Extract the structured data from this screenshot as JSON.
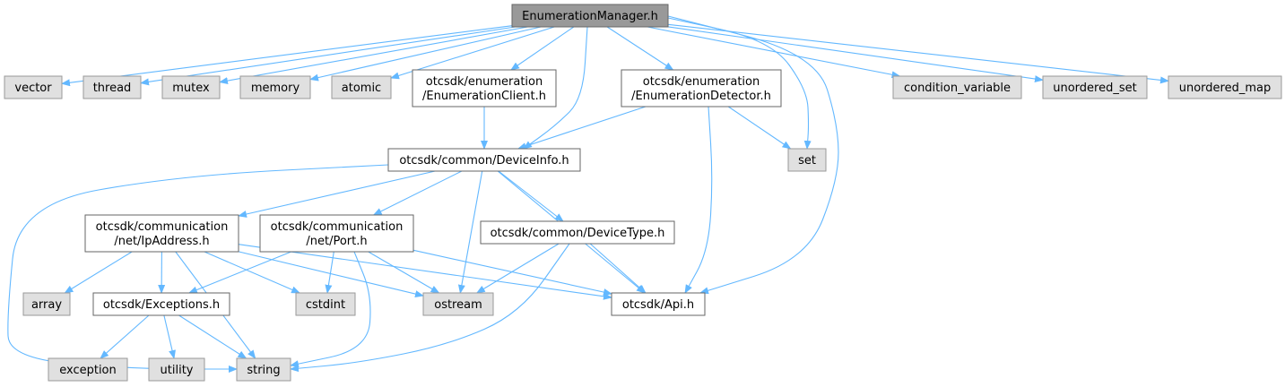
{
  "colors": {
    "edge": "#63b8ff",
    "root_fill": "#999999",
    "root_stroke": "#666666",
    "header_fill": "#ffffff",
    "header_stroke": "#666666",
    "system_fill": "#e0e0e0",
    "system_stroke": "#999999"
  },
  "nodes": {
    "enumeration_manager": {
      "label": [
        "EnumerationManager.h"
      ],
      "kind": "root"
    },
    "vector": {
      "label": [
        "vector"
      ],
      "kind": "system"
    },
    "thread": {
      "label": [
        "thread"
      ],
      "kind": "system"
    },
    "mutex": {
      "label": [
        "mutex"
      ],
      "kind": "system"
    },
    "memory": {
      "label": [
        "memory"
      ],
      "kind": "system"
    },
    "atomic": {
      "label": [
        "atomic"
      ],
      "kind": "system"
    },
    "enumeration_client": {
      "label": [
        "otcsdk/enumeration",
        "/EnumerationClient.h"
      ],
      "kind": "header"
    },
    "enumeration_detector": {
      "label": [
        "otcsdk/enumeration",
        "/EnumerationDetector.h"
      ],
      "kind": "header"
    },
    "condition_variable": {
      "label": [
        "condition_variable"
      ],
      "kind": "system"
    },
    "unordered_set": {
      "label": [
        "unordered_set"
      ],
      "kind": "system"
    },
    "unordered_map": {
      "label": [
        "unordered_map"
      ],
      "kind": "system"
    },
    "device_info": {
      "label": [
        "otcsdk/common/DeviceInfo.h"
      ],
      "kind": "header"
    },
    "set": {
      "label": [
        "set"
      ],
      "kind": "system"
    },
    "ip_address": {
      "label": [
        "otcsdk/communication",
        "/net/IpAddress.h"
      ],
      "kind": "header"
    },
    "port": {
      "label": [
        "otcsdk/communication",
        "/net/Port.h"
      ],
      "kind": "header"
    },
    "device_type": {
      "label": [
        "otcsdk/common/DeviceType.h"
      ],
      "kind": "header"
    },
    "array": {
      "label": [
        "array"
      ],
      "kind": "system"
    },
    "exceptions": {
      "label": [
        "otcsdk/Exceptions.h"
      ],
      "kind": "header"
    },
    "cstdint": {
      "label": [
        "cstdint"
      ],
      "kind": "system"
    },
    "ostream": {
      "label": [
        "ostream"
      ],
      "kind": "system"
    },
    "api": {
      "label": [
        "otcsdk/Api.h"
      ],
      "kind": "header"
    },
    "exception": {
      "label": [
        "exception"
      ],
      "kind": "system"
    },
    "utility": {
      "label": [
        "utility"
      ],
      "kind": "system"
    },
    "string": {
      "label": [
        "string"
      ],
      "kind": "system"
    }
  },
  "edges": [
    [
      "enumeration_manager",
      "vector"
    ],
    [
      "enumeration_manager",
      "thread"
    ],
    [
      "enumeration_manager",
      "mutex"
    ],
    [
      "enumeration_manager",
      "memory"
    ],
    [
      "enumeration_manager",
      "atomic"
    ],
    [
      "enumeration_manager",
      "enumeration_client"
    ],
    [
      "enumeration_manager",
      "enumeration_detector"
    ],
    [
      "enumeration_manager",
      "device_info"
    ],
    [
      "enumeration_manager",
      "set"
    ],
    [
      "enumeration_manager",
      "api"
    ],
    [
      "enumeration_manager",
      "condition_variable"
    ],
    [
      "enumeration_manager",
      "unordered_set"
    ],
    [
      "enumeration_manager",
      "unordered_map"
    ],
    [
      "enumeration_client",
      "device_info"
    ],
    [
      "enumeration_detector",
      "device_info"
    ],
    [
      "enumeration_detector",
      "set"
    ],
    [
      "enumeration_detector",
      "api"
    ],
    [
      "device_info",
      "string"
    ],
    [
      "device_info",
      "ip_address"
    ],
    [
      "device_info",
      "port"
    ],
    [
      "device_info",
      "ostream"
    ],
    [
      "device_info",
      "device_type"
    ],
    [
      "device_info",
      "api"
    ],
    [
      "ip_address",
      "array"
    ],
    [
      "ip_address",
      "exceptions"
    ],
    [
      "ip_address",
      "string"
    ],
    [
      "ip_address",
      "cstdint"
    ],
    [
      "ip_address",
      "ostream"
    ],
    [
      "ip_address",
      "api"
    ],
    [
      "port",
      "exceptions"
    ],
    [
      "port",
      "cstdint"
    ],
    [
      "port",
      "string"
    ],
    [
      "port",
      "ostream"
    ],
    [
      "port",
      "api"
    ],
    [
      "device_type",
      "ostream"
    ],
    [
      "device_type",
      "string"
    ],
    [
      "device_type",
      "api"
    ],
    [
      "exceptions",
      "exception"
    ],
    [
      "exceptions",
      "utility"
    ],
    [
      "exceptions",
      "string"
    ]
  ]
}
